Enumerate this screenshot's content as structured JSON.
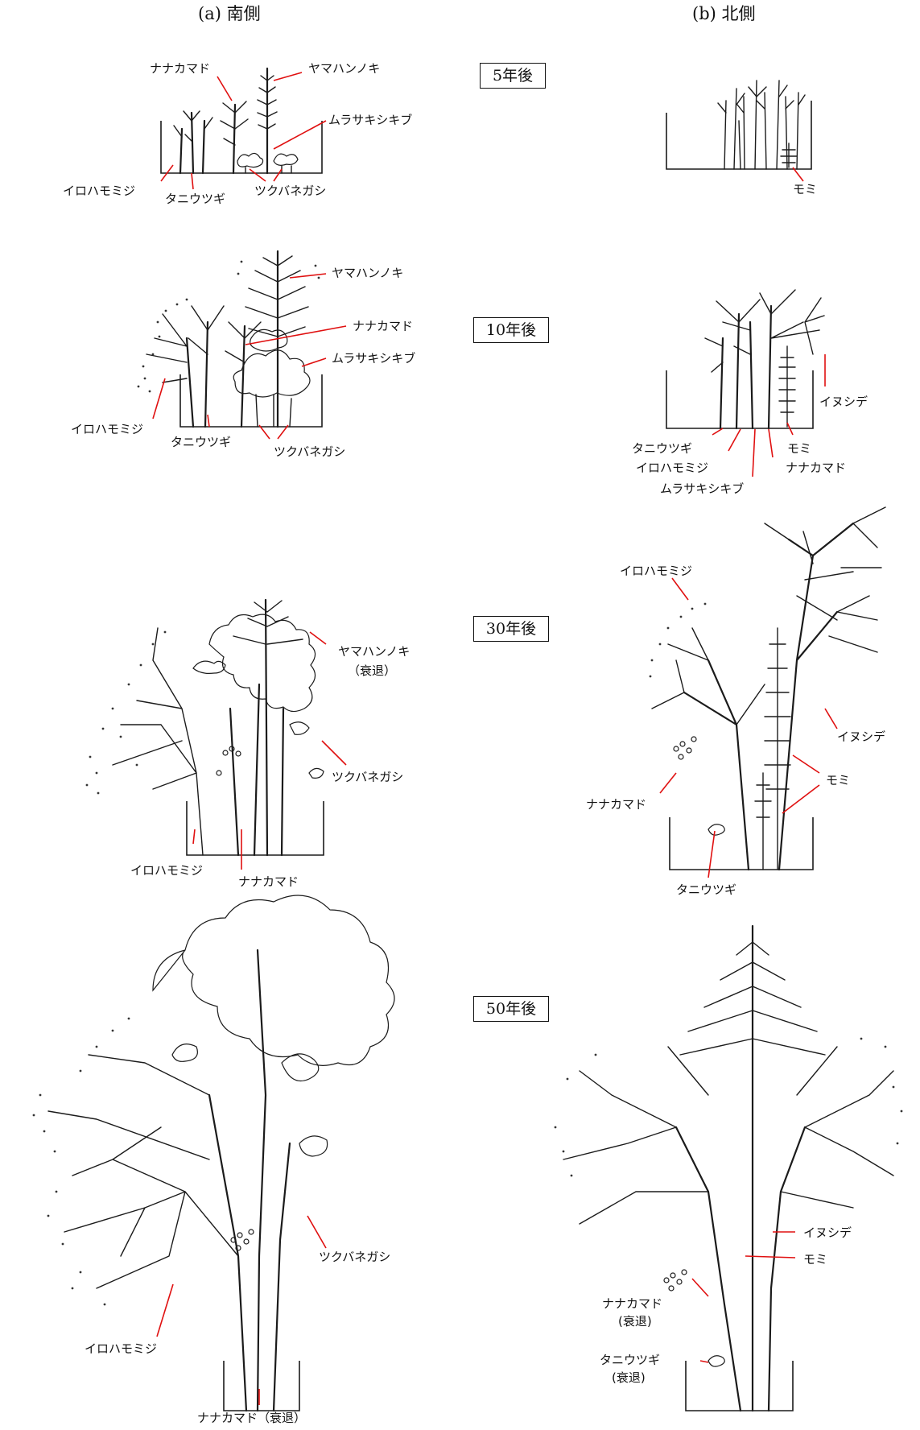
{
  "columns": {
    "south": "(a) 南側",
    "north": "(b) 北側"
  },
  "stages": [
    "5年後",
    "10年後",
    "30年後",
    "50年後"
  ],
  "labels": {
    "s5": {
      "nanakamado": "ナナカマド",
      "yamahannoki": "ヤマハンノキ",
      "murasakishikibu": "ムラサキシキブ",
      "irohamomiji": "イロハモミジ",
      "taniutsugi": "タニウツギ",
      "tsukubanegashi": "ツクバネガシ"
    },
    "n5": {
      "momi": "モミ"
    },
    "s10": {
      "yamahannoki": "ヤマハンノキ",
      "nanakamado": "ナナカマド",
      "murasakishikibu": "ムラサキシキブ",
      "irohamomiji": "イロハモミジ",
      "taniutsugi": "タニウツギ",
      "tsukubanegashi": "ツクバネガシ"
    },
    "n10": {
      "inushide": "イヌシデ",
      "taniutsugi": "タニウツギ",
      "momi": "モミ",
      "irohamomiji": "イロハモミジ",
      "nanakamado": "ナナカマド",
      "murasakishikibu": "ムラサキシキブ"
    },
    "s30": {
      "yamahannoki": "ヤマハンノキ",
      "decline": "（衰退）",
      "tsukubanegashi": "ツクバネガシ",
      "irohamomiji": "イロハモミジ",
      "nanakamado": "ナナカマド"
    },
    "n30": {
      "irohamomiji": "イロハモミジ",
      "inushide": "イヌシデ",
      "momi": "モミ",
      "nanakamado": "ナナカマド",
      "taniutsugi": "タニウツギ"
    },
    "s50": {
      "tsukubanegashi": "ツクバネガシ",
      "irohamomiji": "イロハモミジ",
      "nanakamado_decline": "ナナカマド（衰退）"
    },
    "n50": {
      "inushide": "イヌシデ",
      "momi": "モミ",
      "nanakamado": "ナナカマド",
      "decline1": "(衰退)",
      "taniutsugi": "タニウツギ",
      "decline2": "(衰退)"
    }
  },
  "colors": {
    "leader": "#e01010",
    "ink": "#1b1b1b"
  }
}
